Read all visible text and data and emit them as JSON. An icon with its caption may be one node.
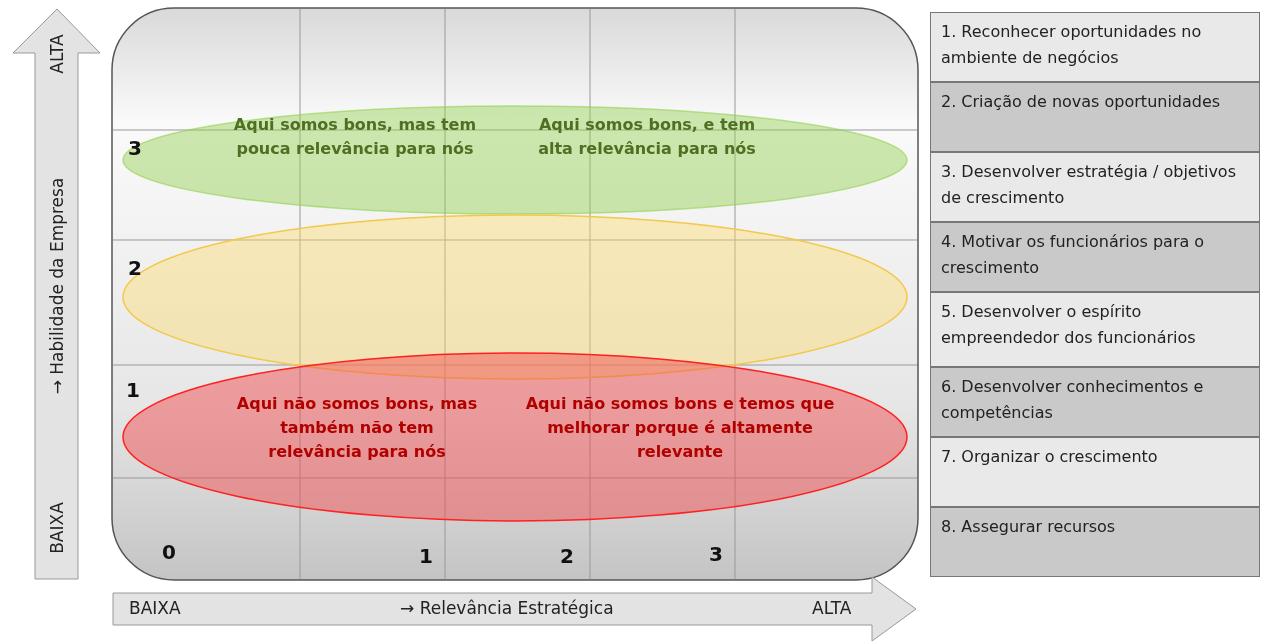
{
  "diagram": {
    "nodes": [
      {
        "text": [
          "ALTA",
          "→ Habilidade da Empresa",
          "BAIXA"
        ]
      },
      {
        "text": [
          "Aqui somos bons, mas tem pouca relevância para nós",
          "Aqui somos bons, e tem alta relevância para nós"
        ]
      },
      {
        "text": [],
        "shape": "ellipse"
      },
      {
        "text": [
          "Aqui não somos bons, mas também não tem relevância para nós",
          "Aqui não somos bons e temos que melhorar porque é altamente relevante"
        ]
      },
      {
        "text": [
          "BAIXA",
          "→ Relevância Estratégica",
          "ALTA"
        ]
      },
      {
        "text": [
          "1. Reconhecer oportunidades no ambiente de negócios"
        ]
      },
      {
        "text": [
          "2. Criação de novas oportunidades"
        ]
      },
      {
        "text": [
          "3. Desenvolver estratégia / objetivos de crescimento"
        ]
      },
      {
        "text": [
          "4. Motivar os funcionários para o crescimento"
        ]
      },
      {
        "text": [
          "5. Desenvolver o espírito empreendedor dos funcionários"
        ]
      },
      {
        "text": [
          "6. Desenvolver conhecimentos e competências"
        ]
      },
      {
        "text": [
          "7. Organizar o crescimento"
        ]
      },
      {
        "text": [
          "8. Assegurar recursos"
        ]
      }
    ],
    "edges": [],
    "labels": [
      "3",
      "2",
      "1",
      "0",
      "1",
      "2",
      "3"
    ]
  }
}
